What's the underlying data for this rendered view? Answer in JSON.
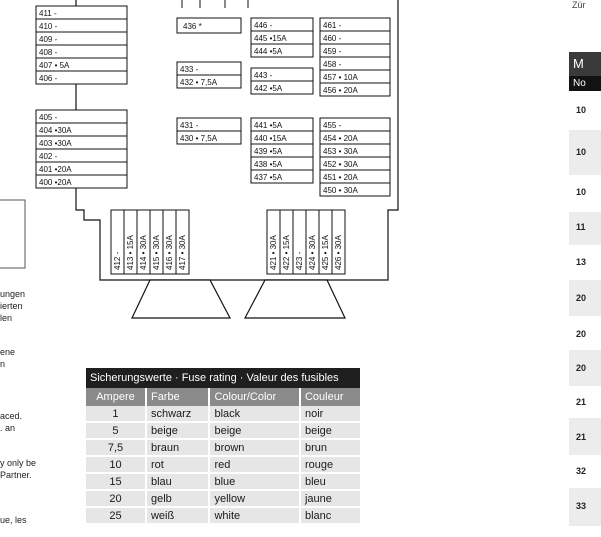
{
  "diagram": {
    "left_column_top": [
      "411 -",
      "410 -",
      "409 -",
      "408 -",
      "407 • 5A",
      "406 -"
    ],
    "left_column_bottom": [
      "405 -",
      "404 •30A",
      "403 •30A",
      "402 -",
      "401 •20A",
      "400 •20A"
    ],
    "mid_single": "436 *",
    "mid_upper": [
      "433 -",
      "432 • 7,5A"
    ],
    "mid_lower": [
      "431 -",
      "430 • 7,5A"
    ],
    "col440_top": [
      "446 -",
      "445 •15A",
      "444 •5A",
      "443 -",
      "442 •5A"
    ],
    "col440_bottom": [
      "441 •5A",
      "440 •15A",
      "439 •5A",
      "438 •5A",
      "437 •5A"
    ],
    "col450_top": [
      "461 -",
      "460 -",
      "459 -",
      "458 -",
      "457 • 10A",
      "456 • 20A"
    ],
    "col450_bottom": [
      "455 -",
      "454 • 20A",
      "453 • 30A",
      "452 • 30A",
      "451 • 20A",
      "450 • 30A"
    ],
    "vertical_left": [
      "412 -",
      "413 • 15A",
      "414 • 30A",
      "415 • 30A",
      "416 • 30A",
      "417 • 30A"
    ],
    "vertical_right": [
      "421 • 30A",
      "422 • 15A",
      "423 -",
      "424 • 30A",
      "425 • 15A",
      "426 • 30A"
    ]
  },
  "side_text": [
    "ungen",
    "ierten",
    "len",
    "ene",
    "n",
    "aced.",
    ". an",
    "y only be",
    "Partner.",
    "ue, les"
  ],
  "fuse_table": {
    "caption": "Sicherungswerte · Fuse rating · Valeur des fusibles",
    "headers": [
      "Ampere",
      "Farbe",
      "Colour/Color",
      "Couleur"
    ],
    "rows": [
      [
        "1",
        "schwarz",
        "black",
        "noir"
      ],
      [
        "5",
        "beige",
        "beige",
        "beige"
      ],
      [
        "7,5",
        "braun",
        "brown",
        "brun"
      ],
      [
        "10",
        "rot",
        "red",
        "rouge"
      ],
      [
        "15",
        "blau",
        "blue",
        "bleu"
      ],
      [
        "20",
        "gelb",
        "yellow",
        "jaune"
      ],
      [
        "25",
        "weiß",
        "white",
        "blanc"
      ]
    ]
  },
  "right_panel": {
    "top_text": "Zür",
    "header": "M",
    "subheader": "No",
    "rows": [
      "10",
      "10",
      "10",
      "11",
      "13",
      "20",
      "20",
      "20",
      "21",
      "21",
      "32",
      "33"
    ]
  }
}
